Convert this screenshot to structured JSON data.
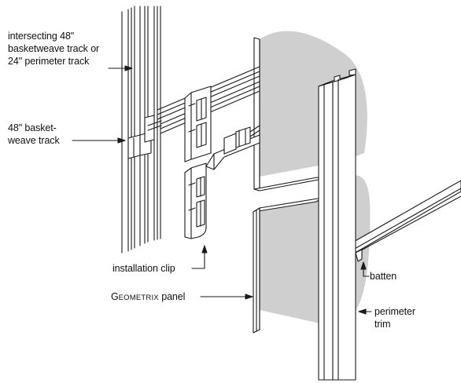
{
  "labels": {
    "intersecting_track": {
      "line1": "intersecting 48\"",
      "line2": "basketweave track or",
      "line3": "24\" perimeter track"
    },
    "basketweave_track": {
      "line1": "48\" basket-",
      "line2": "weave track"
    },
    "installation_clip": "installation clip",
    "geometrix_panel": {
      "initial": "G",
      "rest": "EOMETRIX",
      "suffix": " panel"
    },
    "batten": "batten",
    "perimeter_trim": {
      "line1": "perimeter",
      "line2": "trim"
    }
  },
  "colors": {
    "line": "#1a1a1a",
    "panel_fill": "#cfcfcf",
    "background": "#ffffff"
  }
}
